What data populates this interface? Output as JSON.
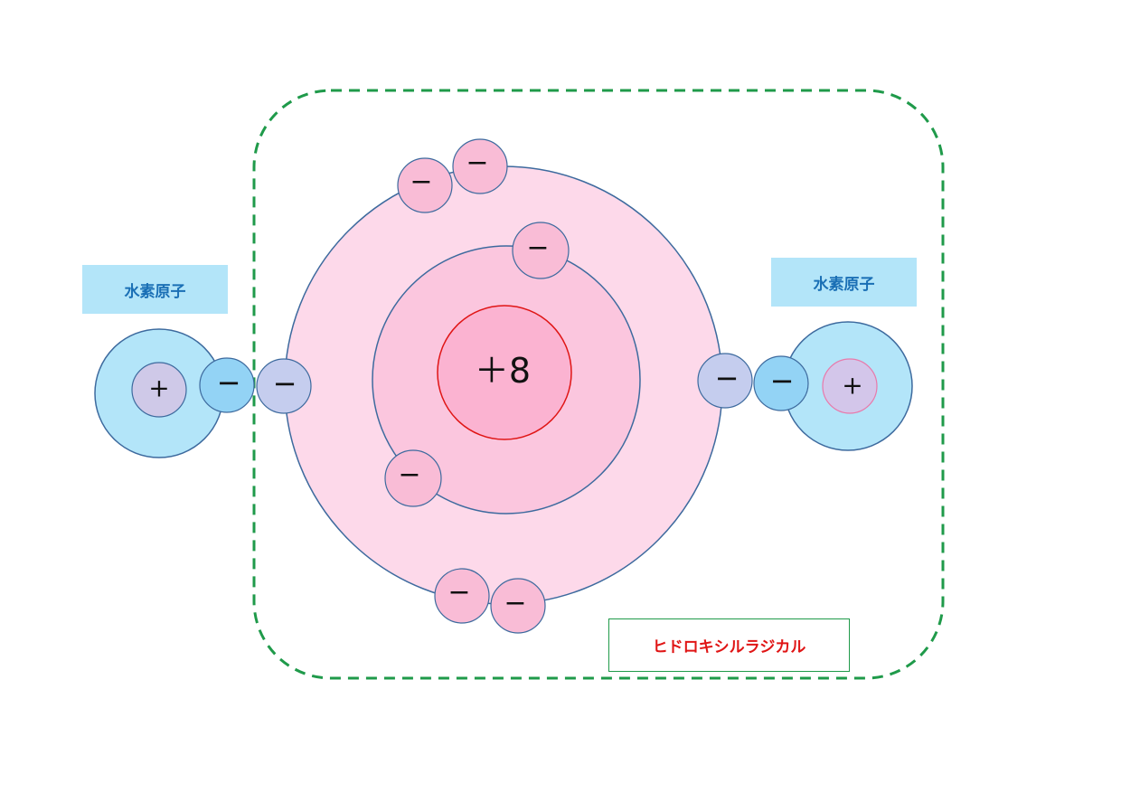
{
  "labels": {
    "hydrogen_left": "水素原子",
    "hydrogen_right": "水素原子",
    "radical": "ヒドロキシルラジカル"
  },
  "oxygen": {
    "nucleus_charge": "＋8"
  },
  "hydrogen": {
    "nucleus_charge": "+"
  },
  "electron": {
    "symbol": "−"
  },
  "colors": {
    "outer_shell": "#fdd9ea",
    "inner_shell": "#fbc6de",
    "nucleus_fill": "#fbb3d1",
    "nucleus_stroke": "#e01515",
    "shell_stroke": "#3d6a9e",
    "electron_pink": "#f9bcd6",
    "electron_blue": "#c5cdee",
    "hydrogen_shell": "#b3e5f9",
    "hydrogen_nucleus": "#cfc9e8",
    "dashed_border": "#1f9a4a",
    "label_bg": "#b3e5f9",
    "label_text": "#1a6fb5",
    "radical_text": "#e01515"
  }
}
